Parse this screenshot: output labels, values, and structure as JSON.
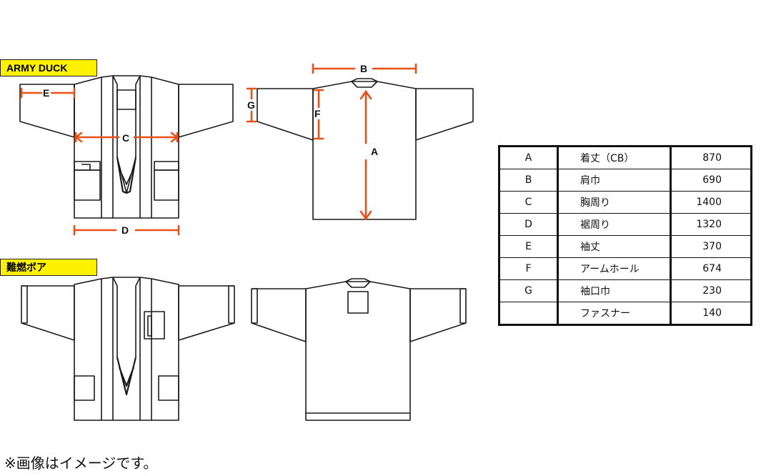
{
  "labels": {
    "army_duck": "ARMY DUCK",
    "flame_boa": "難燃ボア"
  },
  "dimension_letters": {
    "a": "A",
    "b": "B",
    "c": "C",
    "d": "D",
    "e": "E",
    "f": "F",
    "g": "G"
  },
  "spec_table": {
    "rows": [
      {
        "key": "A",
        "name": "着丈（CB）",
        "value": "870"
      },
      {
        "key": "B",
        "name": "肩巾",
        "value": "690"
      },
      {
        "key": "C",
        "name": "胸周り",
        "value": "1400"
      },
      {
        "key": "D",
        "name": "裾周り",
        "value": "1320"
      },
      {
        "key": "E",
        "name": "袖丈",
        "value": "370"
      },
      {
        "key": "F",
        "name": "アームホール",
        "value": "674"
      },
      {
        "key": "G",
        "name": "袖口巾",
        "value": "230"
      },
      {
        "key": "",
        "name": "ファスナー",
        "value": "140"
      }
    ]
  },
  "footnote": "※画像はイメージです。",
  "colors": {
    "measure_line": "#e8501a",
    "tag_background": "#fff200",
    "outline": "#1a1a1a"
  }
}
